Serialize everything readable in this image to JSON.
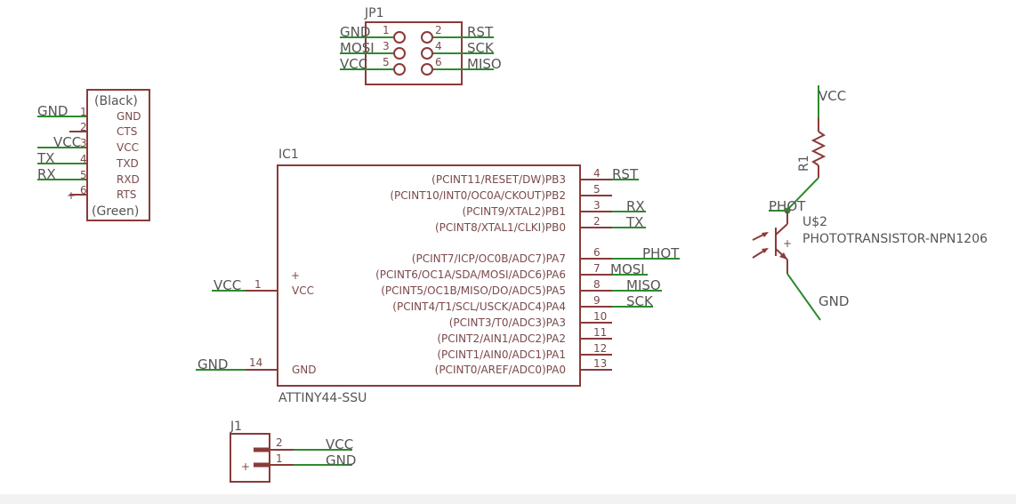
{
  "jp1": {
    "name": "JP1",
    "left_nets": [
      "GND",
      "MOSI",
      "VCC"
    ],
    "left_pins": [
      "1",
      "3",
      "5"
    ],
    "right_pins": [
      "2",
      "4",
      "6"
    ],
    "right_nets": [
      "RST",
      "SCK",
      "MISO"
    ]
  },
  "ftdi": {
    "top_label": "(Black)",
    "bottom_label": "(Green)",
    "pins": [
      {
        "num": "1",
        "name": "GND",
        "net": "GND"
      },
      {
        "num": "2",
        "name": "CTS",
        "net": ""
      },
      {
        "num": "3",
        "name": "VCC",
        "net": "VCC"
      },
      {
        "num": "4",
        "name": "TXD",
        "net": "TX"
      },
      {
        "num": "5",
        "name": "RXD",
        "net": "RX"
      },
      {
        "num": "6",
        "name": "RTS",
        "net": ""
      }
    ]
  },
  "ic1": {
    "name": "IC1",
    "part": "ATTINY44-SSU",
    "plus": "+",
    "left_pins": [
      {
        "num": "1",
        "name": "VCC",
        "net": "VCC"
      },
      {
        "num": "14",
        "name": "GND",
        "net": "GND"
      }
    ],
    "right_pins": [
      {
        "num": "4",
        "name": "(PCINT11/RESET/DW)PB3",
        "net": "RST"
      },
      {
        "num": "5",
        "name": "(PCINT10/INT0/OC0A/CKOUT)PB2",
        "net": ""
      },
      {
        "num": "3",
        "name": "(PCINT9/XTAL2)PB1",
        "net": "RX"
      },
      {
        "num": "2",
        "name": "(PCINT8/XTAL1/CLKI)PB0",
        "net": "TX"
      },
      {
        "num": "6",
        "name": "(PCINT7/ICP/OC0B/ADC7)PA7",
        "net": "PHOT"
      },
      {
        "num": "7",
        "name": "(PCINT6/OC1A/SDA/MOSI/ADC6)PA6",
        "net": "MOSI"
      },
      {
        "num": "8",
        "name": "(PCINT5/OC1B/MISO/DO/ADC5)PA5",
        "net": "MISO"
      },
      {
        "num": "9",
        "name": "(PCINT4/T1/SCL/USCK/ADC4)PA4",
        "net": "SCK"
      },
      {
        "num": "10",
        "name": "(PCINT3/T0/ADC3)PA3",
        "net": ""
      },
      {
        "num": "11",
        "name": "(PCINT2/AIN1/ADC2)PA2",
        "net": ""
      },
      {
        "num": "12",
        "name": "(PCINT1/AIN0/ADC1)PA1",
        "net": ""
      },
      {
        "num": "13",
        "name": "(PCINT0/AREF/ADC0)PA0",
        "net": ""
      }
    ]
  },
  "r1": {
    "name": "R1",
    "net_top": "VCC",
    "net_bottom": "PHOT"
  },
  "u2": {
    "name": "U$2",
    "part": "PHOTOTRANSISTOR-NPN1206",
    "net_gnd": "GND",
    "plus": "+"
  },
  "j1": {
    "name": "J1",
    "plus": "+",
    "pins": [
      {
        "num": "2",
        "net": "VCC"
      },
      {
        "num": "1",
        "net": "GND"
      }
    ]
  },
  "colors": {
    "part": "#8b3a3a",
    "wire": "#2e8b2e",
    "text": "#555555"
  }
}
